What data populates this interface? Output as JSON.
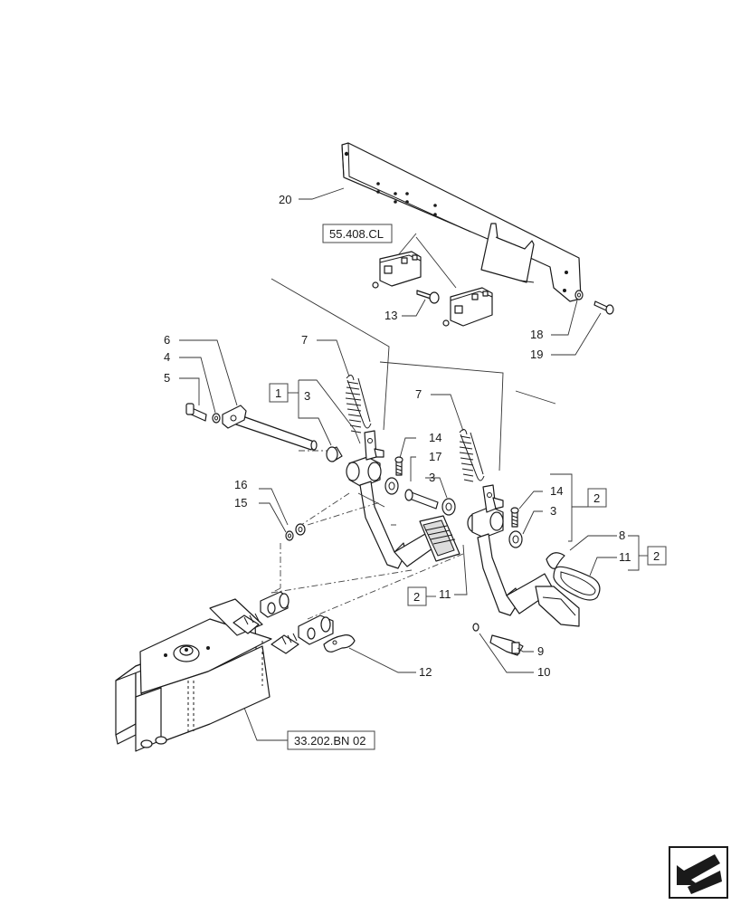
{
  "callouts": {
    "c1": "1",
    "c2a": "2",
    "c2b": "2",
    "c2c": "2",
    "c3a": "3",
    "c3b": "3",
    "c3c": "3",
    "c4": "4",
    "c5": "5",
    "c6": "6",
    "c7a": "7",
    "c7b": "7",
    "c8": "8",
    "c9": "9",
    "c10": "10",
    "c11a": "11",
    "c11b": "11",
    "c12": "12",
    "c13": "13",
    "c14a": "14",
    "c14b": "14",
    "c15": "15",
    "c16": "16",
    "c17": "17",
    "c18": "18",
    "c19": "19",
    "c20": "20"
  },
  "references": {
    "switch_ref": "55.408.CL",
    "valve_ref": "33.202.BN 02"
  },
  "nav": {
    "icon": "next-page-arrow-icon"
  }
}
